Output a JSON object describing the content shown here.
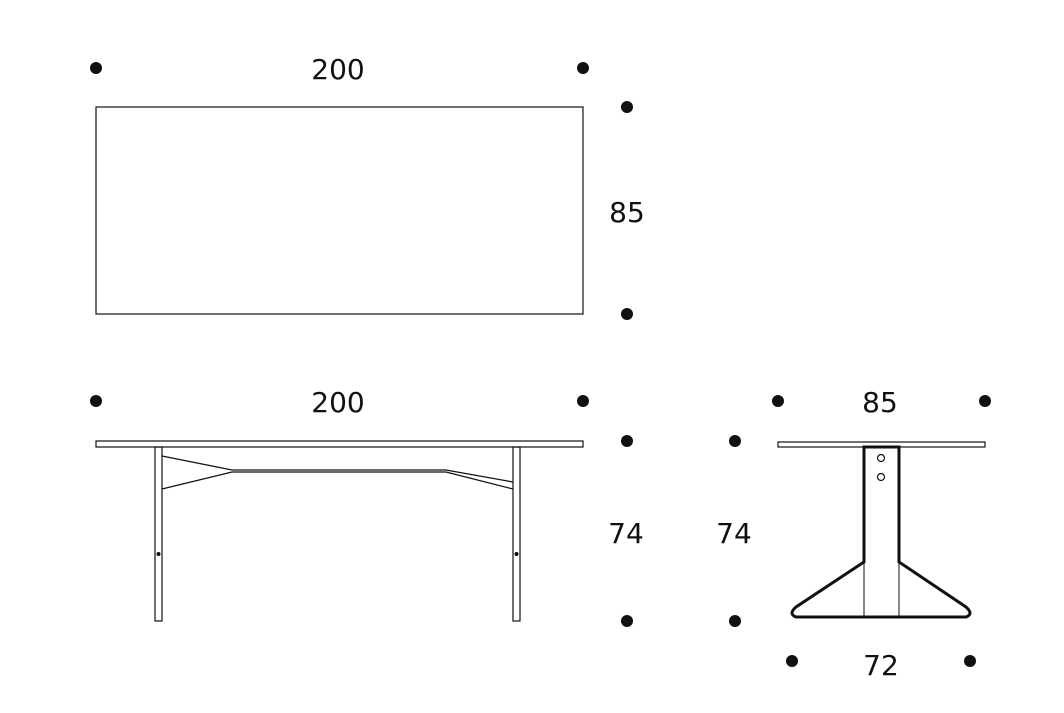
{
  "top_view": {
    "width_label": "200",
    "depth_label": "85"
  },
  "side_view": {
    "width_label": "200",
    "height_label": "74"
  },
  "end_view": {
    "width_label": "85",
    "height_label": "74",
    "base_label": "72"
  },
  "colors": {
    "line": "#111111",
    "background": "#ffffff"
  }
}
